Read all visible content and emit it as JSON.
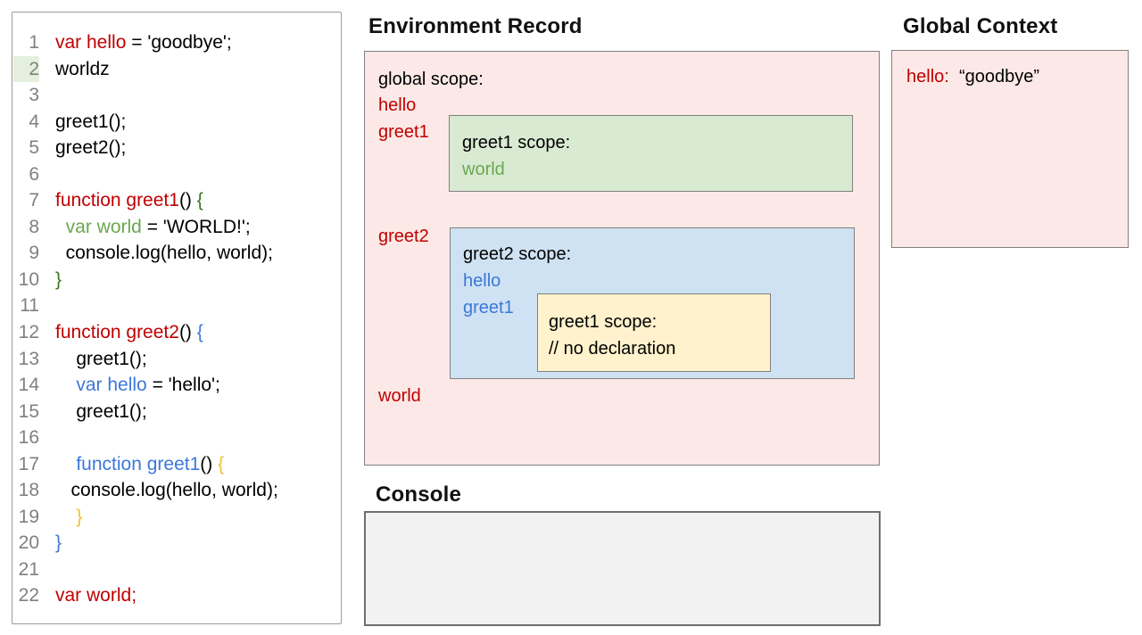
{
  "headings": {
    "environment_record": "Environment Record",
    "global_context": "Global Context",
    "console": "Console"
  },
  "code_panel": {
    "lines": [
      {
        "n": "1",
        "hl": false,
        "seg": [
          [
            "var hello",
            "red"
          ],
          [
            " = 'goodbye';",
            "black"
          ]
        ]
      },
      {
        "n": "2",
        "hl": true,
        "seg": [
          [
            "worldz",
            "black"
          ]
        ]
      },
      {
        "n": "3",
        "hl": false,
        "seg": []
      },
      {
        "n": "4",
        "hl": false,
        "seg": [
          [
            "greet1();",
            "black"
          ]
        ]
      },
      {
        "n": "5",
        "hl": false,
        "seg": [
          [
            "greet2();",
            "black"
          ]
        ]
      },
      {
        "n": "6",
        "hl": false,
        "seg": []
      },
      {
        "n": "7",
        "hl": false,
        "seg": [
          [
            "function greet1",
            "red"
          ],
          [
            "() ",
            "black"
          ],
          [
            "{",
            "green-dark"
          ]
        ]
      },
      {
        "n": "8",
        "hl": false,
        "seg": [
          [
            "  ",
            "black"
          ],
          [
            "var world",
            "green"
          ],
          [
            " = 'WORLD!';",
            "black"
          ]
        ]
      },
      {
        "n": "9",
        "hl": false,
        "seg": [
          [
            "  console.log(hello, world);",
            "black"
          ]
        ]
      },
      {
        "n": "10",
        "hl": false,
        "seg": [
          [
            "}",
            "green-dark"
          ]
        ]
      },
      {
        "n": "11",
        "hl": false,
        "seg": []
      },
      {
        "n": "12",
        "hl": false,
        "seg": [
          [
            "function greet2",
            "red"
          ],
          [
            "() ",
            "black"
          ],
          [
            "{",
            "blue"
          ]
        ]
      },
      {
        "n": "13",
        "hl": false,
        "seg": [
          [
            "    greet1();",
            "black"
          ]
        ]
      },
      {
        "n": "14",
        "hl": false,
        "seg": [
          [
            "    ",
            "black"
          ],
          [
            "var hello",
            "blue"
          ],
          [
            " = 'hello';",
            "black"
          ]
        ]
      },
      {
        "n": "15",
        "hl": false,
        "seg": [
          [
            "    greet1();",
            "black"
          ]
        ]
      },
      {
        "n": "16",
        "hl": false,
        "seg": []
      },
      {
        "n": "17",
        "hl": false,
        "seg": [
          [
            "    ",
            "black"
          ],
          [
            "function greet1",
            "blue"
          ],
          [
            "() ",
            "black"
          ],
          [
            "{",
            "yellow"
          ]
        ]
      },
      {
        "n": "18",
        "hl": false,
        "seg": [
          [
            "   console.log(hello, world);",
            "black"
          ]
        ]
      },
      {
        "n": "19",
        "hl": false,
        "seg": [
          [
            "    ",
            "black"
          ],
          [
            "}",
            "yellow"
          ]
        ]
      },
      {
        "n": "20",
        "hl": false,
        "seg": [
          [
            "}",
            "blue"
          ]
        ]
      },
      {
        "n": "21",
        "hl": false,
        "seg": []
      },
      {
        "n": "22",
        "hl": false,
        "seg": [
          [
            "var world;",
            "red"
          ]
        ]
      }
    ]
  },
  "environment_record": {
    "scope_label": "global scope:",
    "vars": [
      "hello",
      "greet1",
      "greet2",
      "world"
    ],
    "greet1_scope": {
      "title": "greet1 scope:",
      "entries": [
        "world"
      ]
    },
    "greet2_scope": {
      "title": "greet2 scope:",
      "entries": [
        "hello",
        "greet1"
      ],
      "inner_greet1_scope": {
        "title": "greet1 scope:",
        "comment": "// no declaration"
      }
    }
  },
  "global_context": {
    "var_name": "hello:",
    "var_value": "“goodbye”"
  },
  "console": {
    "content": ""
  },
  "colors": {
    "code-red": "#c00000",
    "code-blue": "#3c78d8",
    "code-green": "#6aa84f",
    "code-green-dark": "#38761d",
    "code-yellow": "#f1c232",
    "code-black": "#000000",
    "line-number-gray": "#808080",
    "line-highlight": "#e4f0dd",
    "scope-pink": "#fce9e7",
    "scope-green": "#d9ead3",
    "scope-blue": "#cfe2f3",
    "scope-yellow": "#fff2cc",
    "console-gray": "#f2f2f2",
    "box-border": "#808080"
  }
}
